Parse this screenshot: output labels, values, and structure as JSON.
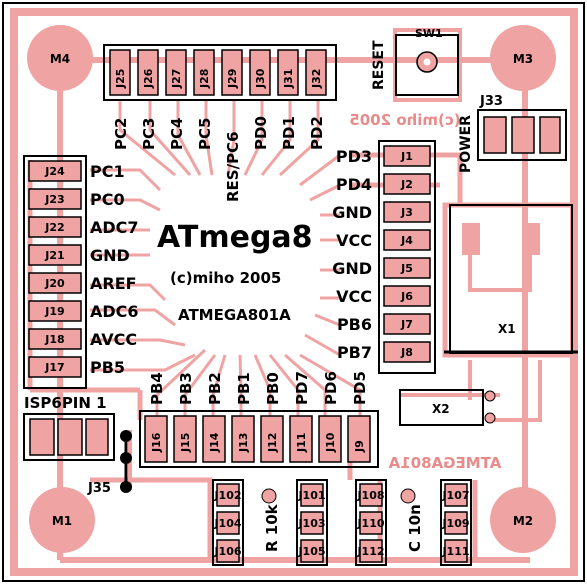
{
  "board": {
    "title": "ATmega8",
    "copyright": "(c)miho 2005",
    "chip_name": "ATMEGA801A",
    "mirror_copyright": "(c)miho 2005",
    "mirror_chip_name": "ATMEGA801A"
  },
  "mounting_holes": {
    "top_left": "M4",
    "top_right": "M3",
    "bottom_left": "M1",
    "bottom_right": "M2"
  },
  "switch": {
    "ref": "SW1",
    "label": "RESET"
  },
  "power": {
    "ref": "J33",
    "label": "POWER"
  },
  "top_headers": [
    {
      "ref": "J25",
      "pin": "PC2"
    },
    {
      "ref": "J26",
      "pin": "PC3"
    },
    {
      "ref": "J27",
      "pin": "PC4"
    },
    {
      "ref": "J28",
      "pin": "PC5"
    },
    {
      "ref": "J29",
      "pin": "RES/PC6"
    },
    {
      "ref": "J30",
      "pin": "PD0"
    },
    {
      "ref": "J31",
      "pin": "PD1"
    },
    {
      "ref": "J32",
      "pin": "PD2"
    }
  ],
  "left_headers": [
    {
      "ref": "J24",
      "pin": "PC1"
    },
    {
      "ref": "J23",
      "pin": "PC0"
    },
    {
      "ref": "J22",
      "pin": "ADC7"
    },
    {
      "ref": "J21",
      "pin": "GND"
    },
    {
      "ref": "J20",
      "pin": "AREF"
    },
    {
      "ref": "J19",
      "pin": "ADC6"
    },
    {
      "ref": "J18",
      "pin": "AVCC"
    },
    {
      "ref": "J17",
      "pin": "PB5"
    }
  ],
  "right_headers": [
    {
      "ref": "J1",
      "pin": "PD3"
    },
    {
      "ref": "J2",
      "pin": "PD4"
    },
    {
      "ref": "J3",
      "pin": "GND"
    },
    {
      "ref": "J4",
      "pin": "VCC"
    },
    {
      "ref": "J5",
      "pin": "GND"
    },
    {
      "ref": "J6",
      "pin": "VCC"
    },
    {
      "ref": "J7",
      "pin": "PB6"
    },
    {
      "ref": "J8",
      "pin": "PB7"
    }
  ],
  "bottom_headers": [
    {
      "ref": "J16",
      "pin": "PB4"
    },
    {
      "ref": "J15",
      "pin": "PB3"
    },
    {
      "ref": "J14",
      "pin": "PB2"
    },
    {
      "ref": "J13",
      "pin": "PB1"
    },
    {
      "ref": "J12",
      "pin": "PB0"
    },
    {
      "ref": "J11",
      "pin": "PD7"
    },
    {
      "ref": "J10",
      "pin": "PD6"
    },
    {
      "ref": "J9",
      "pin": "PD5"
    }
  ],
  "isp": {
    "label": "ISP6PIN 1",
    "ref": "J35"
  },
  "crystals": {
    "x1": "X1",
    "x2": "X2"
  },
  "resistor_block": {
    "label": "R 10k",
    "left": [
      "J102",
      "J104",
      "J106"
    ],
    "right": [
      "J101",
      "J103",
      "J105"
    ]
  },
  "capacitor_block": {
    "label": "C 10n",
    "left": [
      "J108",
      "J110",
      "J112"
    ],
    "right": [
      "J107",
      "J109",
      "J111"
    ]
  },
  "colors": {
    "copper": "#f0a3a3",
    "silkscreen": "#000000",
    "mirror_text": "#e88b8b"
  }
}
